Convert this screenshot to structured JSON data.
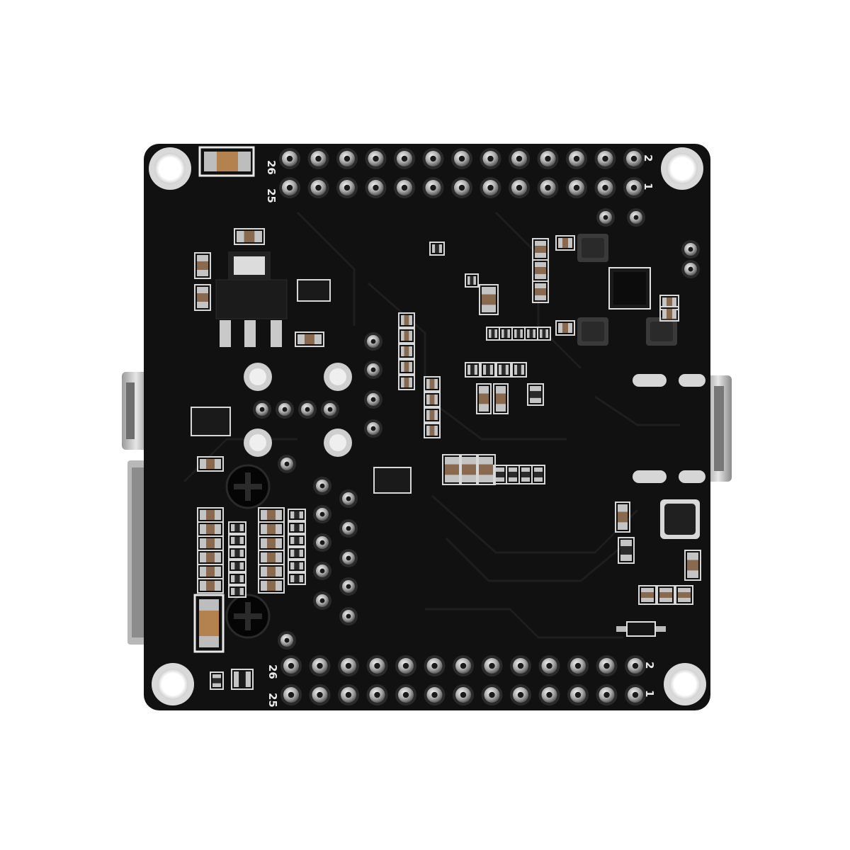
{
  "board": {
    "pcb_color": "#111111",
    "silkscreen_color": "#e8e8e8",
    "pad_color": "#b8b8b8",
    "top_header": {
      "row_top_left_label": "26",
      "row_top_right_label": "2",
      "row_bottom_left_label": "25",
      "row_bottom_right_label": "1"
    },
    "bottom_header": {
      "row_top_left_label": "26",
      "row_top_right_label": "2",
      "row_bottom_left_label": "25",
      "row_bottom_right_label": "1"
    }
  }
}
